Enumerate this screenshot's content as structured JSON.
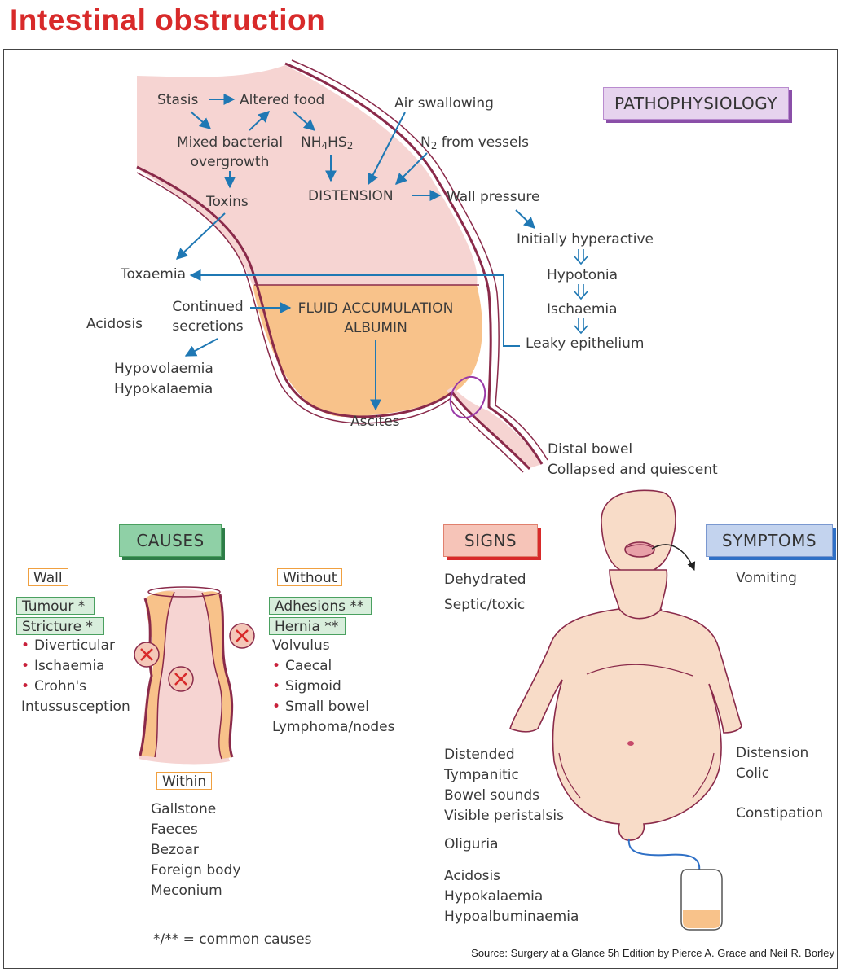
{
  "title": "Intestinal obstruction",
  "source": "Source: Surgery at a Glance 5h Edition by Pierce A. Grace and Neil R. Borley",
  "colors": {
    "title_red": "#d82a2a",
    "arrow_blue": "#1f78b4",
    "bowel_pink": "#f6d4d2",
    "fluid_orange": "#f8c28a",
    "wall_maroon": "#8a2a4a",
    "skin": "#f8dcc8",
    "bullet_red": "#c8203a"
  },
  "pathophysiology": {
    "header": "PATHOPHYSIOLOGY",
    "stasis": "Stasis",
    "altered_food": "Altered food",
    "mixed_bacterial": "Mixed bacterial",
    "overgrowth": "overgrowth",
    "nh4hs2_pre": "NH",
    "nh4hs2_sub1": "4",
    "nh4hs2_mid": "HS",
    "nh4hs2_sub2": "2",
    "air_swallowing": "Air swallowing",
    "n2_main": "N",
    "n2_sub": "2",
    "n2_rest": " from vessels",
    "toxins": "Toxins",
    "distension": "DISTENSION",
    "wall_pressure": "Wall pressure",
    "initially_hyperactive": "Initially hyperactive",
    "hypotonia": "Hypotonia",
    "ischaemia": "Ischaemia",
    "leaky_epithelium": "Leaky epithelium",
    "toxaemia": "Toxaemia",
    "acidosis": "Acidosis",
    "continued": "Continued",
    "secretions": "secretions",
    "fluid_accumulation": "FLUID ACCUMULATION",
    "albumin": "ALBUMIN",
    "hypovolaemia": "Hypovolaemia",
    "hypokalaemia": "Hypokalaemia",
    "ascites": "Ascites",
    "distal_bowel": "Distal bowel",
    "collapsed": "Collapsed and quiescent"
  },
  "causes": {
    "header": "CAUSES",
    "wall_label": "Wall",
    "wall_common": [
      "Tumour *",
      "Stricture *"
    ],
    "wall_items": [
      {
        "text": "Diverticular",
        "bullet": true
      },
      {
        "text": "Ischaemia",
        "bullet": true
      },
      {
        "text": "Crohn's",
        "bullet": true
      },
      {
        "text": "Intussusception",
        "bullet": false
      }
    ],
    "without_label": "Without",
    "without_common": [
      "Adhesions **",
      "Hernia **"
    ],
    "without_items": [
      {
        "text": "Volvulus",
        "bullet": false
      },
      {
        "text": "Caecal",
        "bullet": true
      },
      {
        "text": "Sigmoid",
        "bullet": true
      },
      {
        "text": "Small bowel",
        "bullet": true
      },
      {
        "text": "Lymphoma/nodes",
        "bullet": false
      }
    ],
    "within_label": "Within",
    "within_items": [
      "Gallstone",
      "Faeces",
      "Bezoar",
      "Foreign body",
      "Meconium"
    ],
    "footnote": "*/** = common causes"
  },
  "signs": {
    "header": "SIGNS",
    "top_items": [
      "Dehydrated",
      "Septic/toxic"
    ],
    "abdomen_items": [
      "Distended",
      "Tympanitic",
      "Bowel sounds",
      "Visible peristalsis"
    ],
    "oliguria": "Oliguria",
    "lab_items": [
      "Acidosis",
      "Hypokalaemia",
      "Hypoalbuminaemia"
    ]
  },
  "symptoms": {
    "header": "SYMPTOMS",
    "vomiting": "Vomiting",
    "abdomen_items": [
      "Distension",
      "Colic"
    ],
    "constipation": "Constipation"
  }
}
